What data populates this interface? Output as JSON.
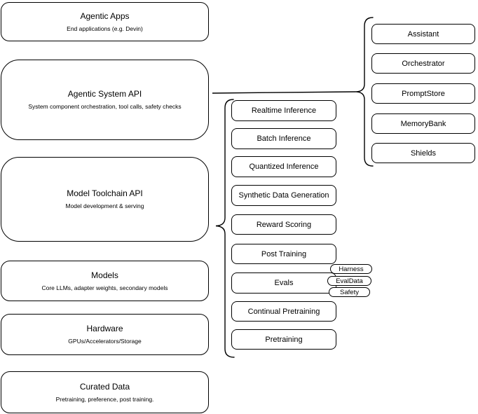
{
  "diagram": {
    "layers": [
      {
        "title": "Agentic Apps",
        "subtitle": "End applications (e.g. Devin)"
      },
      {
        "title": "Agentic System API",
        "subtitle": "System component orchestration, tool calls, safety checks"
      },
      {
        "title": "Model Toolchain API",
        "subtitle": "Model development & serving"
      },
      {
        "title": "Models",
        "subtitle": "Core LLMs, adapter weights, secondary models"
      },
      {
        "title": "Hardware",
        "subtitle": "GPUs/Accelerators/Storage"
      },
      {
        "title": "Curated Data",
        "subtitle": "Pretraining, preference, post training."
      }
    ],
    "toolchain_components": [
      "Realtime Inference",
      "Batch Inference",
      "Quantized Inference",
      "Synthetic Data Generation",
      "Reward Scoring",
      "Post Training",
      "Evals",
      "Continual Pretraining",
      "Pretraining"
    ],
    "eval_tags": [
      "Harness",
      "EvalData",
      "Safety"
    ],
    "system_components": [
      "Assistant",
      "Orchestrator",
      "PromptStore",
      "MemoryBank",
      "Shields"
    ],
    "colors": {
      "stroke": "#000000",
      "fill": "#ffffff",
      "text": "#000000",
      "background": "#ffffff"
    }
  }
}
